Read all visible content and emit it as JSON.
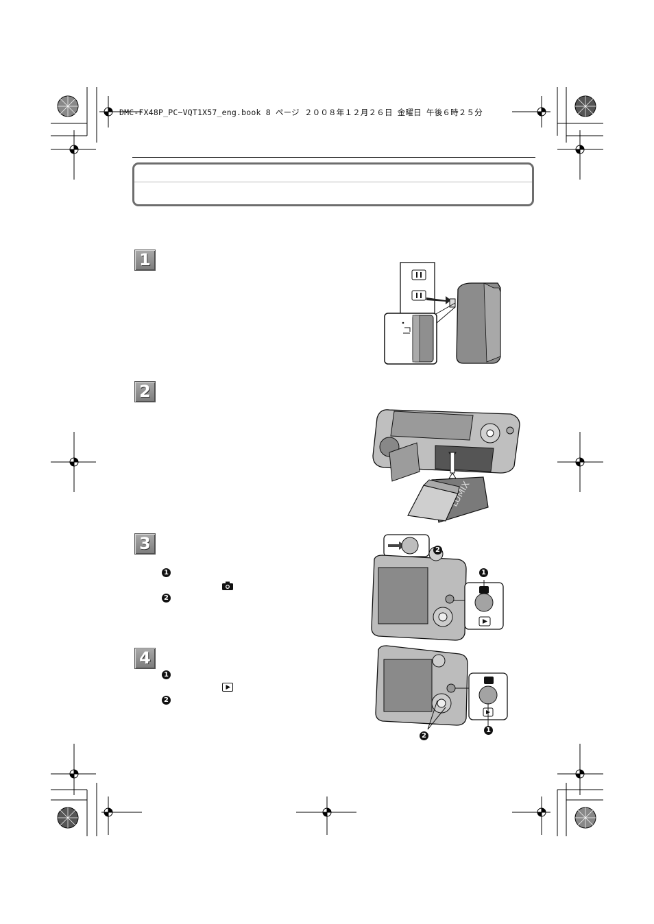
{
  "header": {
    "file_line": "DMC-FX48P_PC~VQT1X57_eng.book  8 ページ  ２００８年１２月２６日  金曜日  午後６時２５分"
  },
  "steps": [
    {
      "number": "1"
    },
    {
      "number": "2"
    },
    {
      "number": "3"
    },
    {
      "number": "4"
    }
  ],
  "callouts": {
    "one": "1",
    "two": "2"
  },
  "illustrations": {
    "charger_wall": "charger-and-wall-outlet",
    "battery_card": "battery-and-sd-card-insertion",
    "camera_record": "camera-record-mode",
    "camera_playback": "camera-playback-mode",
    "lumix_label": "LUMIX"
  },
  "icons": {
    "record": "camera-icon",
    "playback": "play-icon"
  }
}
